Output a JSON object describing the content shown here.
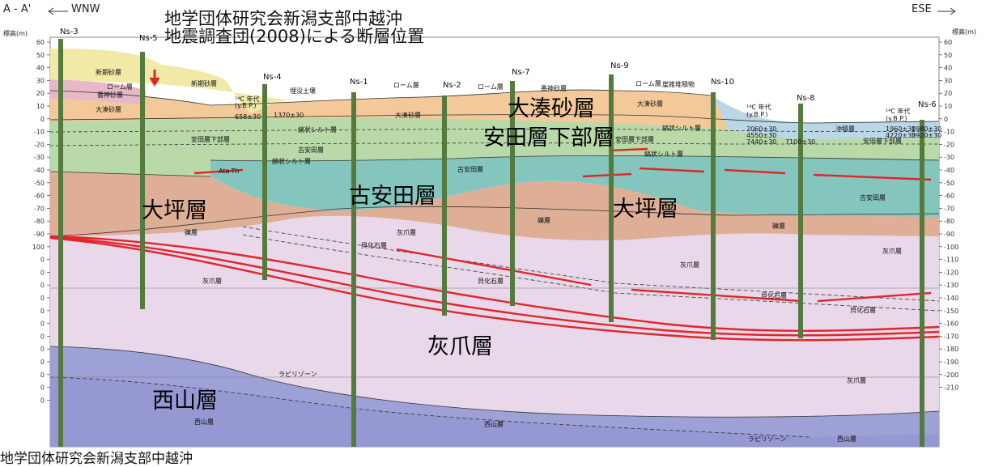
{
  "header": {
    "section_label": "A - A'",
    "left_direction": "WNW",
    "right_direction": "ESE",
    "left_axis_title": "標高(m)",
    "right_axis_title": "標高(m)"
  },
  "overlay_note": {
    "line1": "地学団体研究会新潟支部中越沖",
    "line2": "地震調査団(2008)による断層位置"
  },
  "bottom_caption": "地学団体研究会新潟支部中越沖",
  "left_axis_ticks": [
    "60",
    "50",
    "40",
    "30",
    "20",
    "10",
    "0",
    "-10",
    "-20",
    "-30",
    "-40",
    "-50",
    "-60",
    "-70",
    "-80",
    "-90",
    "100",
    "0",
    "0",
    "0",
    "0",
    "0",
    "0",
    "0",
    "0",
    "0",
    "0",
    "0",
    "0"
  ],
  "right_axis_ticks": [
    "60",
    "50",
    "40",
    "30",
    "20",
    "10",
    "0",
    "-10",
    "-20",
    "-30",
    "-40",
    "-50",
    "-60",
    "-70",
    "-80",
    "-90",
    "-100",
    "-110",
    "-120",
    "-130",
    "-140",
    "-150",
    "-160",
    "-170",
    "-180",
    "-190",
    "-200",
    "-210"
  ],
  "boreholes": [
    "Ns-3",
    "Ns-5",
    "Ns-4",
    "Ns-1",
    "Ns-2",
    "Ns-7",
    "Ns-9",
    "Ns-10",
    "Ns-8",
    "Ns-6"
  ],
  "big_labels": {
    "ominato": "大湊砂層",
    "yasuda_lower": "安田層下部層",
    "furuyasuda": "古安田層",
    "ohira_left": "大坪層",
    "ohira_right": "大坪層",
    "haizume": "灰爪層",
    "nishiyama": "西山層"
  },
  "small_labels": {
    "shinki1": "新期砂層",
    "shinki2": "新期砂層",
    "loam1": "ローム層",
    "loam2": "ローム層",
    "loam3": "ローム層",
    "loam4": "ローム層",
    "bankami": "番神砂層",
    "bankami2": "番神砂層",
    "ominato_s1": "大湊砂層",
    "ominato_s2": "大湊砂層",
    "ominato_s3": "大湊砂層",
    "maibotsu": "埋没土壌",
    "c14_left": "¹⁴C 年代",
    "bp_left": "(y.B.P.)",
    "c14_l_val1": "658±30",
    "c14_l_val2": "1370±30",
    "yasuda_s1": "安田層下部層",
    "yasuda_s2": "安田層下部層",
    "yasuda_s3": "安田層下部層",
    "shima1": "縞状シルト層",
    "shima2": "縞状シルト層",
    "shima3": "縞状シルト層",
    "shima4": "縞状シルト層",
    "furuyasuda_s1": "古安田層",
    "furuyasuda_s2": "古安田層",
    "furuyasuda_s3": "古安田層",
    "aso": "Ata-Th",
    "gakai": "崖錐堆積物",
    "c14_mid": "¹⁴C 年代",
    "bp_mid": "(y.B.P.)",
    "c14_m_val1": "2060±30",
    "c14_m_val2": "4550±30",
    "c14_m_val3": "7440±30",
    "c14_m_val4": "7100±30",
    "chuseki": "沖積層",
    "c14_right": "¹⁴C 年代",
    "bp_right": "(y.B.P.)",
    "c14_r_val1": "1960±30",
    "c14_r_val2": "4220±30",
    "c14_r_val3": "1980±30",
    "c14_r_val4": "3920±30",
    "reki1": "礫層",
    "reki2": "礫層",
    "reki3": "礫層",
    "haizume_s1": "灰爪層",
    "haizume_s2": "灰爪層",
    "haizume_s3": "灰爪層",
    "haizume_s4": "灰爪層",
    "haizume_s5": "灰爪層",
    "kaika1": "貝化石層",
    "kaika2": "貝化石層",
    "kaika3": "貝化石層",
    "kaika4": "貝化石層",
    "rapi1": "ラピリゾーン",
    "rapi2": "ラピリゾーン",
    "nishiyama_s1": "西山層",
    "nishiyama_s2": "西山層",
    "nishiyama_s3": "西山層"
  },
  "colors": {
    "shinki": "#f1e9a6",
    "bankami": "#e7b8c8",
    "ominato": "#f3c99a",
    "yasuda": "#b9d9a9",
    "chuseki": "#b9d7e6",
    "furuyasuda": "#84c6be",
    "ohira": "#dfae96",
    "haizume": "#e8d8e9",
    "nishiyama": "#9ea1d6",
    "nishiyama_deep": "#8185c4",
    "fault": "#e0262b",
    "arrow": "#e0262b"
  }
}
